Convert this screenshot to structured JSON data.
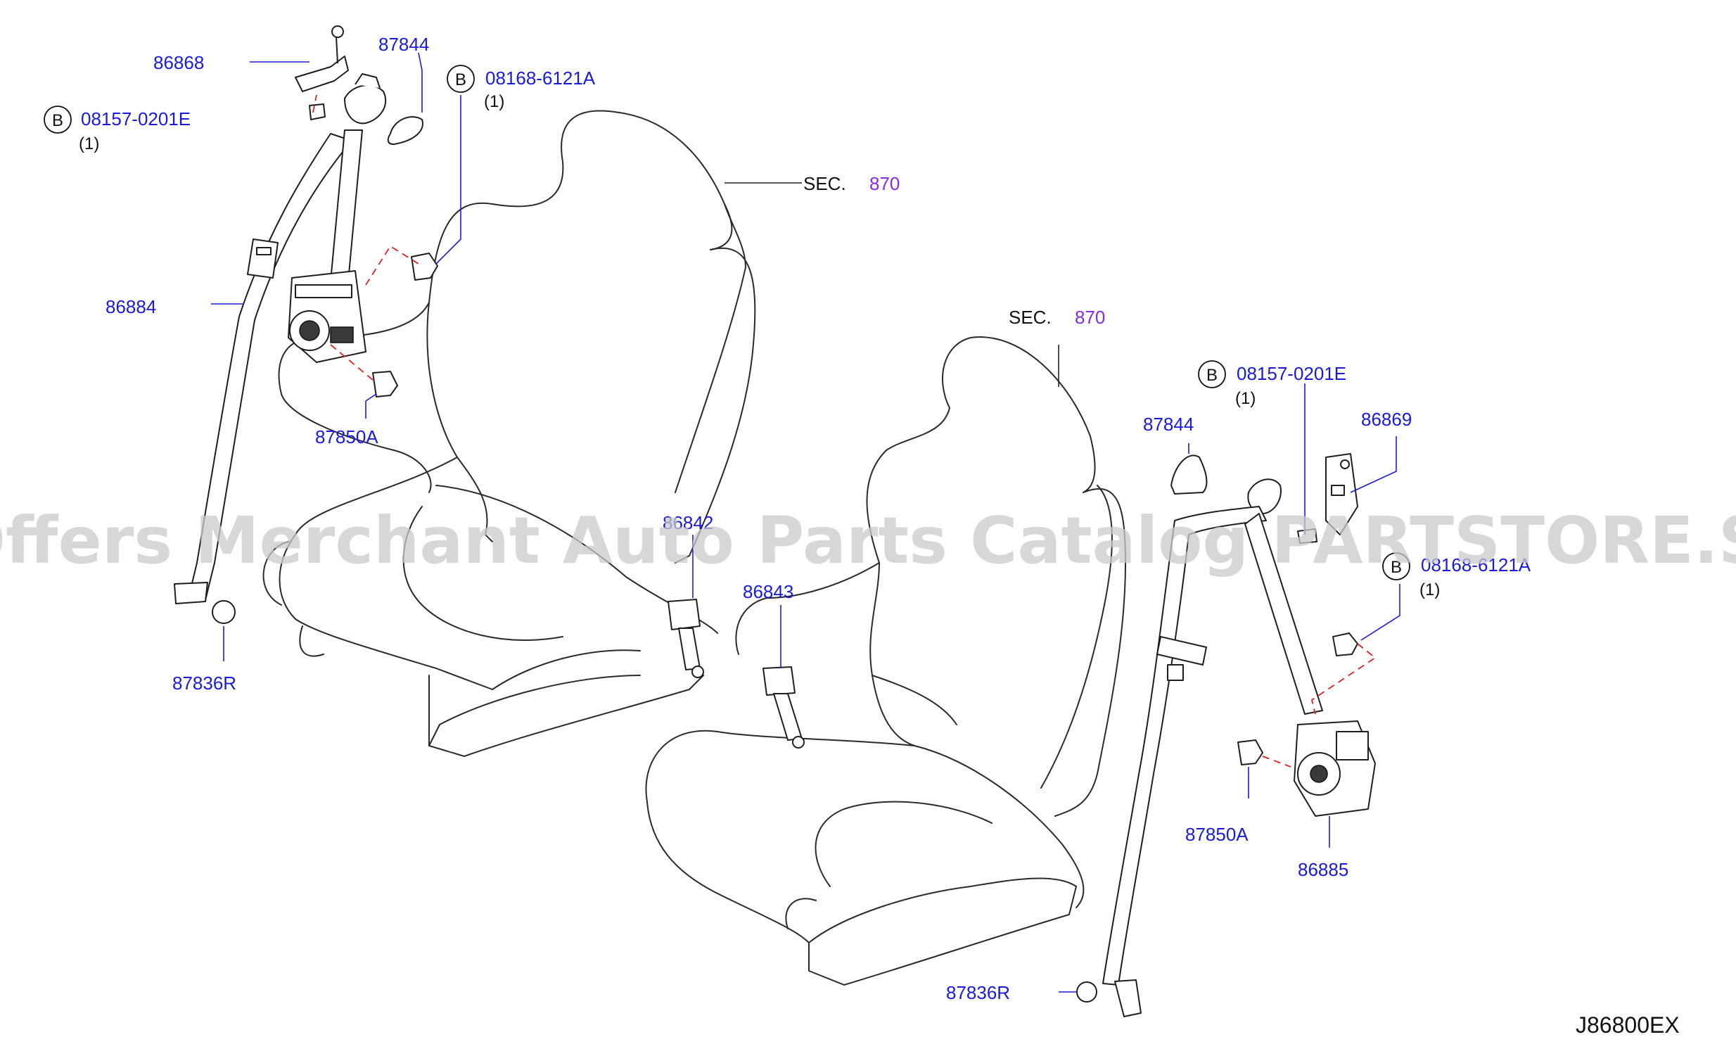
{
  "watermark": "Offers Merchant Auto Parts Catalog PARTSTORE.SA",
  "diagram_code": "J86800EX",
  "section": {
    "prefix": "SEC.",
    "number": "870"
  },
  "bolt_marker": "B",
  "parts": {
    "p86868": "86868",
    "p87844_left": "87844",
    "p87844_right": "87844",
    "p86884": "86884",
    "p87850A_left": "87850A",
    "p87850A_right": "87850A",
    "p87836R_left": "87836R",
    "p87836R_right": "87836R",
    "p86842": "86842",
    "p86843": "86843",
    "p86869": "86869",
    "p86885": "86885"
  },
  "bolts": {
    "b1": {
      "code": "08157-0201E",
      "qty": "(1)"
    },
    "b2": {
      "code": "08168-6121A",
      "qty": "(1)"
    },
    "b3": {
      "code": "08157-0201E",
      "qty": "(1)"
    },
    "b4": {
      "code": "08168-6121A",
      "qty": "(1)"
    }
  },
  "colors": {
    "part_label": "#1a1adc",
    "section_number": "#8a2be2",
    "dashed_line": "#e02020",
    "watermark": "#c9c9c9"
  }
}
